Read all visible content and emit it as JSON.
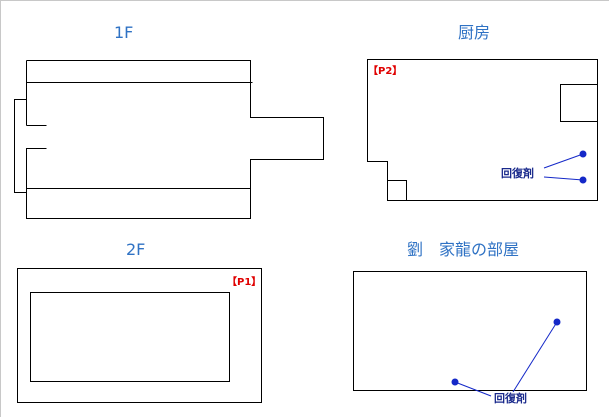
{
  "colors": {
    "title": "#2f72c4",
    "tag": "#e00000",
    "label": "#1a2a8c",
    "marker": "#1428c8",
    "line": "#000000"
  },
  "maps": {
    "floor1": {
      "title": "1F"
    },
    "kitchen": {
      "title": "厨房",
      "tag": "【P2】",
      "item_label": "回復剤"
    },
    "floor2": {
      "title": "2F",
      "tag": "【P1】"
    },
    "room": {
      "title": "劉　家龍の部屋",
      "item_label": "回復剤"
    }
  }
}
